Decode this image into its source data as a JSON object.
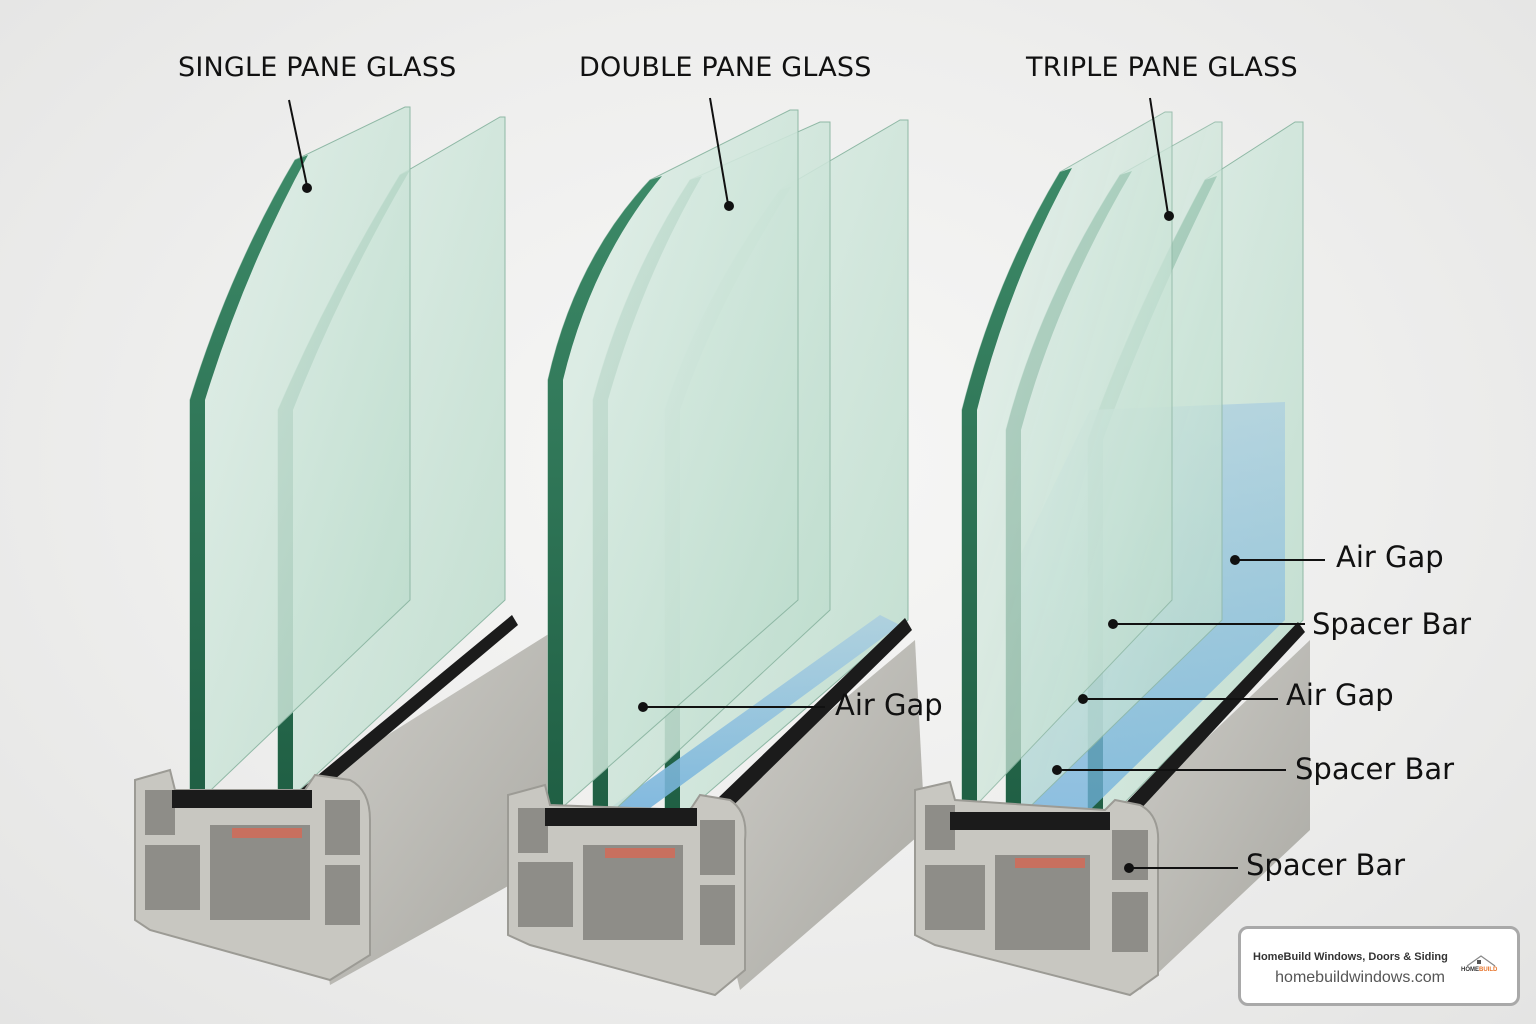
{
  "panels": [
    {
      "id": "single",
      "title": "SINGLE PANE GLASS",
      "pane_count": 2,
      "callouts": []
    },
    {
      "id": "double",
      "title": "DOUBLE PANE GLASS",
      "pane_count": 3,
      "callouts": [
        {
          "label": "Air Gap"
        }
      ]
    },
    {
      "id": "triple",
      "title": "TRIPLE PANE GLASS",
      "pane_count": 3,
      "callouts": [
        {
          "label": "Air Gap"
        },
        {
          "label": "Spacer Bar"
        },
        {
          "label": "Air Gap"
        },
        {
          "label": "Spacer Bar"
        },
        {
          "label": "Spacer Bar"
        }
      ]
    }
  ],
  "brand": {
    "name": "HomeBuild Windows, Doors & Siding",
    "url": "homebuildwindows.com",
    "logo_text_home": "HOME",
    "logo_text_build": "BUILD",
    "logo_icon": "house-icon"
  },
  "colors": {
    "glass_edge": "#2f7a5a",
    "glass_face": "#cfe6dc",
    "air_gap_blue": "#8fc3e0",
    "frame_gray": "#bdbcb6",
    "gasket_black": "#1b1b1b",
    "steel_core": "#c8705f",
    "brand_orange": "#e8742a"
  }
}
